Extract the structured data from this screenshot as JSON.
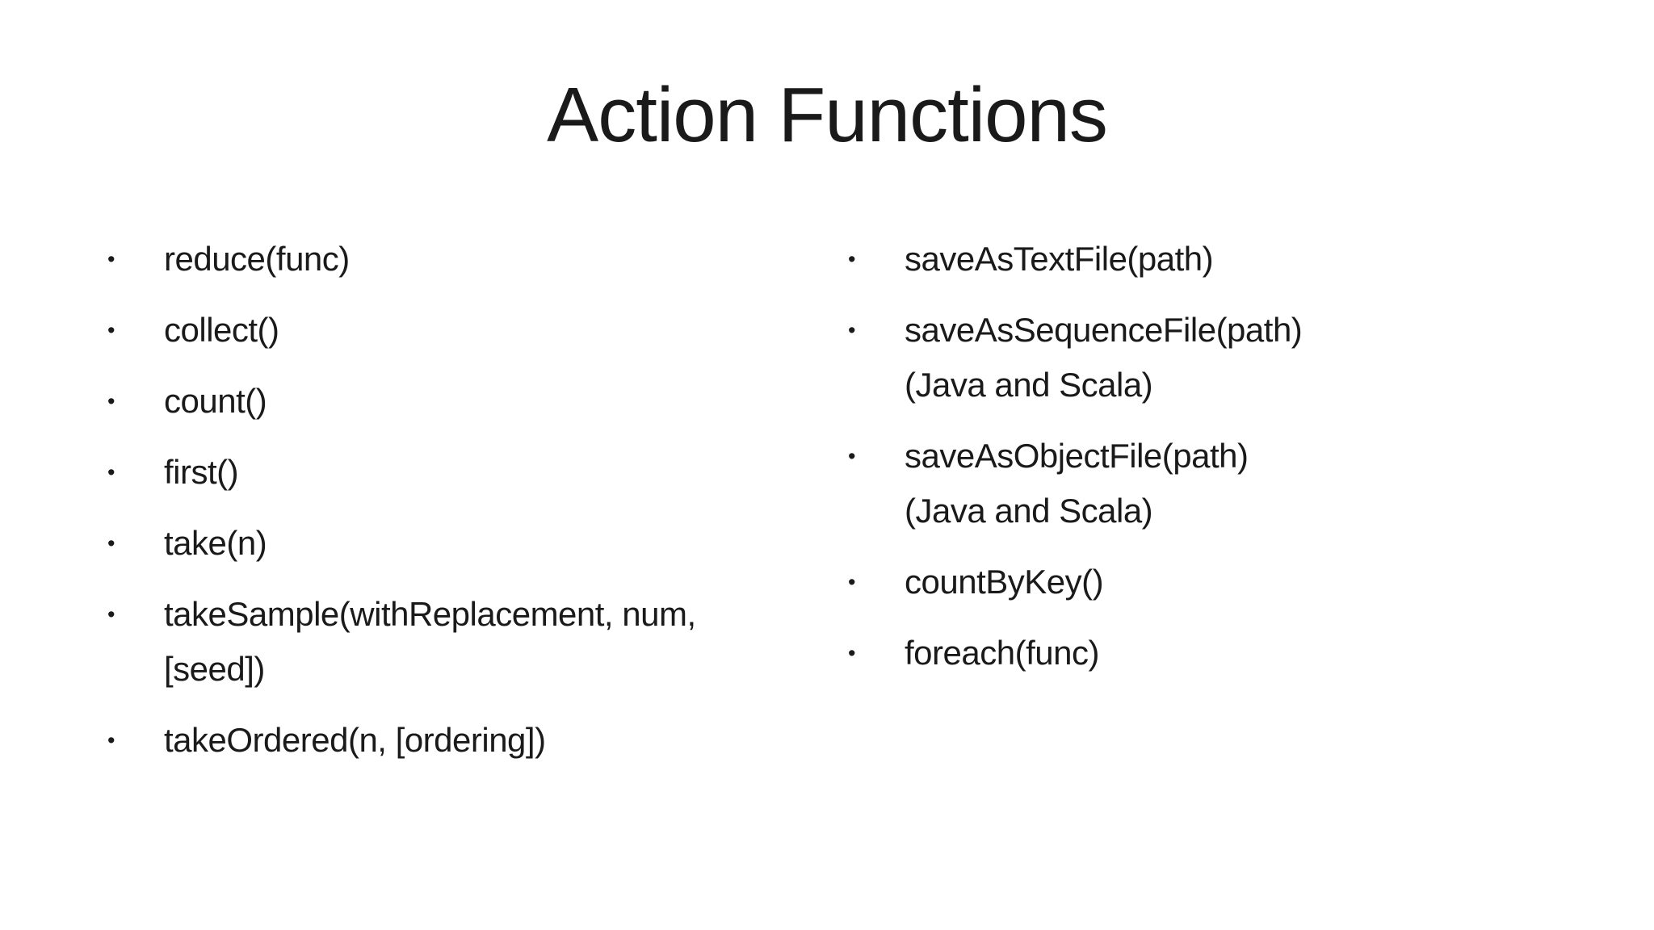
{
  "slide": {
    "title": "Action Functions",
    "bullet_char": "•",
    "colors": {
      "background": "#ffffff",
      "text": "#1a1a1a"
    },
    "left_column": {
      "items": [
        {
          "lines": [
            "reduce(func)"
          ]
        },
        {
          "lines": [
            "collect()"
          ]
        },
        {
          "lines": [
            "count()"
          ]
        },
        {
          "lines": [
            "first()"
          ]
        },
        {
          "lines": [
            "take(n)"
          ]
        },
        {
          "lines": [
            "takeSample(withReplacement, num,",
            "[seed])"
          ]
        },
        {
          "lines": [
            "takeOrdered(n, [ordering])"
          ]
        }
      ]
    },
    "right_column": {
      "items": [
        {
          "lines": [
            "saveAsTextFile(path)"
          ]
        },
        {
          "lines": [
            "saveAsSequenceFile(path)",
            "(Java and Scala)"
          ]
        },
        {
          "lines": [
            "saveAsObjectFile(path)",
            "(Java and Scala)"
          ]
        },
        {
          "lines": [
            "countByKey()"
          ]
        },
        {
          "lines": [
            "foreach(func)"
          ]
        }
      ]
    }
  }
}
